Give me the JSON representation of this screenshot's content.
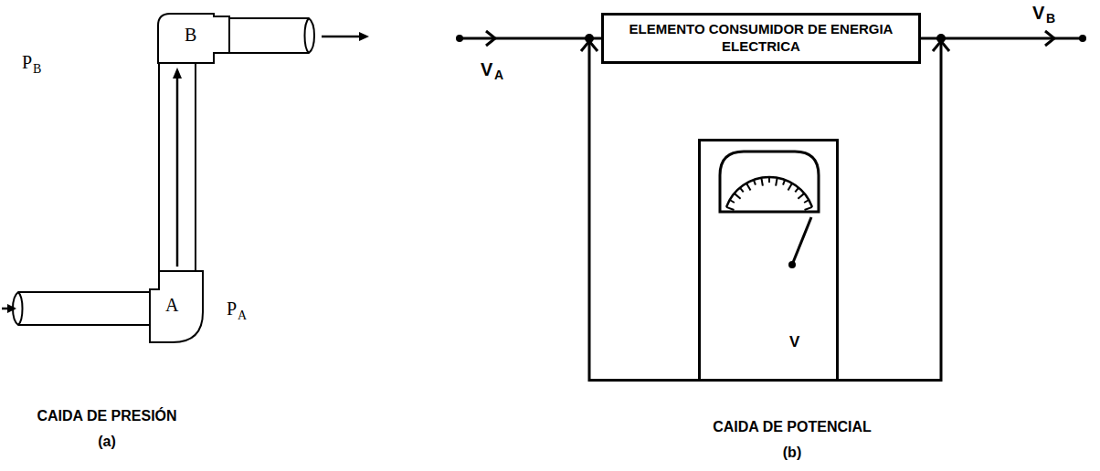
{
  "diagram": {
    "nodes": [
      {
        "text": [
          "B"
        ]
      },
      {
        "text": [
          "A"
        ]
      },
      {
        "text": [
          "ELEMENTO CONSUMIDOR DE ENERGIA ELECTRICA"
        ]
      },
      {
        "text": [
          "V"
        ]
      }
    ],
    "edges": [
      {
        "from": 1,
        "to": 0,
        "arrow": "to"
      },
      {
        "from": 3,
        "to": 2,
        "arrow": "to"
      },
      {
        "from": 3,
        "to": 2,
        "arrow": "to"
      }
    ],
    "labels": [
      "P",
      "B",
      "P",
      "A",
      "CAIDA DE PRESIÓN",
      "(a)",
      "V",
      "A",
      "V",
      "B",
      "CAIDA DE POTENCIAL",
      "(b)"
    ]
  }
}
